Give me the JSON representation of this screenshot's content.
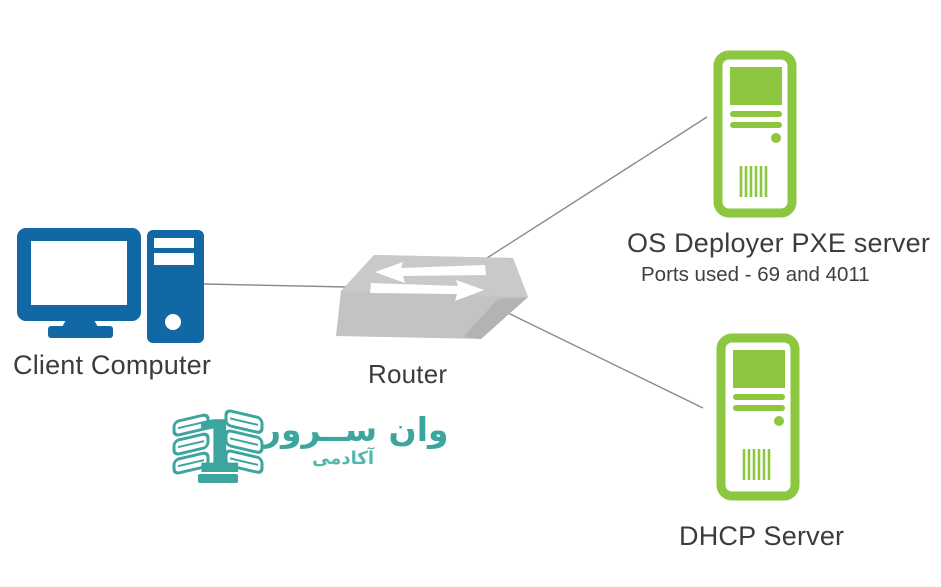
{
  "diagram": {
    "type": "network-topology",
    "background": "#ffffff",
    "colors": {
      "client_blue": "#1268a4",
      "server_green": "#8dc63f",
      "router_gray_top": "#c9c9c9",
      "router_gray_front": "#c3c3c3",
      "router_gray_side": "#b3b3b3",
      "connector_gray": "#8a8a8a",
      "label_dark": "#3c3c3c"
    },
    "nodes": [
      {
        "id": "client",
        "label": "Client Computer",
        "icon": "desktop-computer-icon",
        "color": "#1268a4"
      },
      {
        "id": "router",
        "label": "Router",
        "icon": "router-switch-icon",
        "color": "#c9c9c9"
      },
      {
        "id": "pxe",
        "label": "OS Deployer PXE server",
        "sublabel": "Ports used - 69 and 4011",
        "icon": "server-tower-icon",
        "color": "#8dc63f"
      },
      {
        "id": "dhcp",
        "label": "DHCP Server",
        "icon": "server-tower-icon",
        "color": "#8dc63f"
      }
    ],
    "edges": [
      {
        "from": "client",
        "to": "router"
      },
      {
        "from": "router",
        "to": "pxe"
      },
      {
        "from": "router",
        "to": "dhcp"
      }
    ]
  },
  "watermark": {
    "numeral": "1",
    "brand": "وان ســرور",
    "academy": "آکادمی",
    "color": "#2d9f97",
    "color_light": "#48b1a9"
  }
}
